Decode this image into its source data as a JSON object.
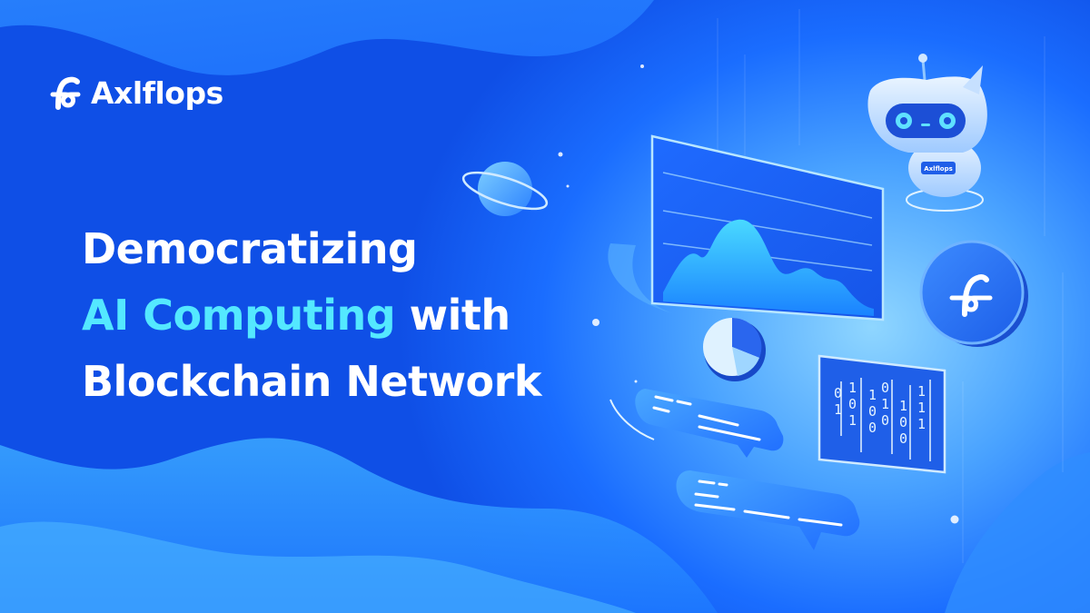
{
  "brand": {
    "name": "Axlflops",
    "robot_badge": "Axlflops"
  },
  "headline": {
    "line1": "Democratizing",
    "line2_accent": "AI Computing",
    "line2_rest": " with",
    "line3": "Blockchain Network"
  },
  "binary_panel": {
    "columns": [
      "0 1",
      "1 0 1",
      "1 0 0",
      "0 1 0",
      "1 0 0",
      "1 1 1"
    ]
  },
  "colors": {
    "background": "#1a6dff",
    "accent_text": "#54e8ff",
    "text": "#ffffff"
  },
  "icons": [
    "logo-mark-icon",
    "planet-icon",
    "robot-icon",
    "coin-logo-icon",
    "pie-chart-icon",
    "chat-bubble-icon"
  ]
}
